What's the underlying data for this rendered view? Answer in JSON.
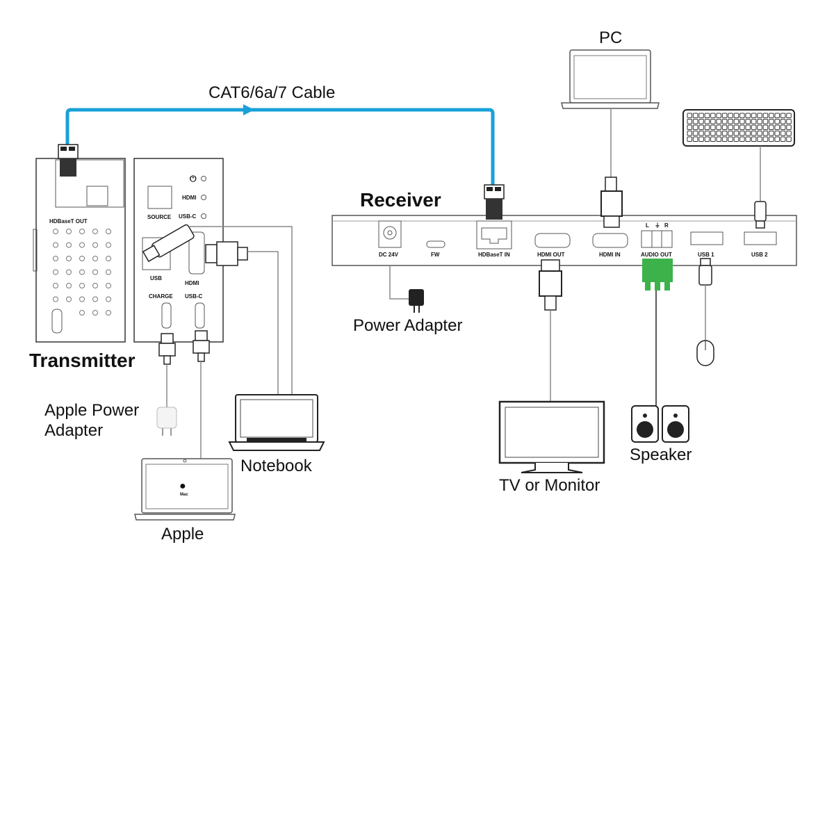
{
  "diagram": {
    "cable_label": "CAT6/6a/7 Cable",
    "colors": {
      "cable": "#1aa0d8",
      "audio_connector": "#3db24a",
      "line": "#333333"
    },
    "transmitter": {
      "title": "Transmitter",
      "hdbaset_out": "HDBaseT OUT",
      "indicators": [
        "power-icon",
        "HDMI",
        "USB-C"
      ],
      "source": "SOURCE",
      "usb": "USB",
      "hdmi": "HDMI",
      "charge": "CHARGE",
      "usbc": "USB-C"
    },
    "receiver": {
      "title": "Receiver",
      "ports": [
        "DC 24V",
        "FW",
        "HDBaseT IN",
        "HDMI OUT",
        "HDMI IN",
        "AUDIO OUT",
        "USB 1",
        "USB 2"
      ],
      "audio_channels": [
        "L",
        "⏚",
        "R"
      ]
    },
    "devices": {
      "pc": "PC",
      "power_adapter": "Power Adapter",
      "apple_power_adapter_line1": "Apple Power",
      "apple_power_adapter_line2": "Adapter",
      "notebook": "Notebook",
      "apple": "Apple",
      "mac_label": "Mac",
      "tv": "TV or Monitor",
      "speaker": "Speaker"
    }
  }
}
